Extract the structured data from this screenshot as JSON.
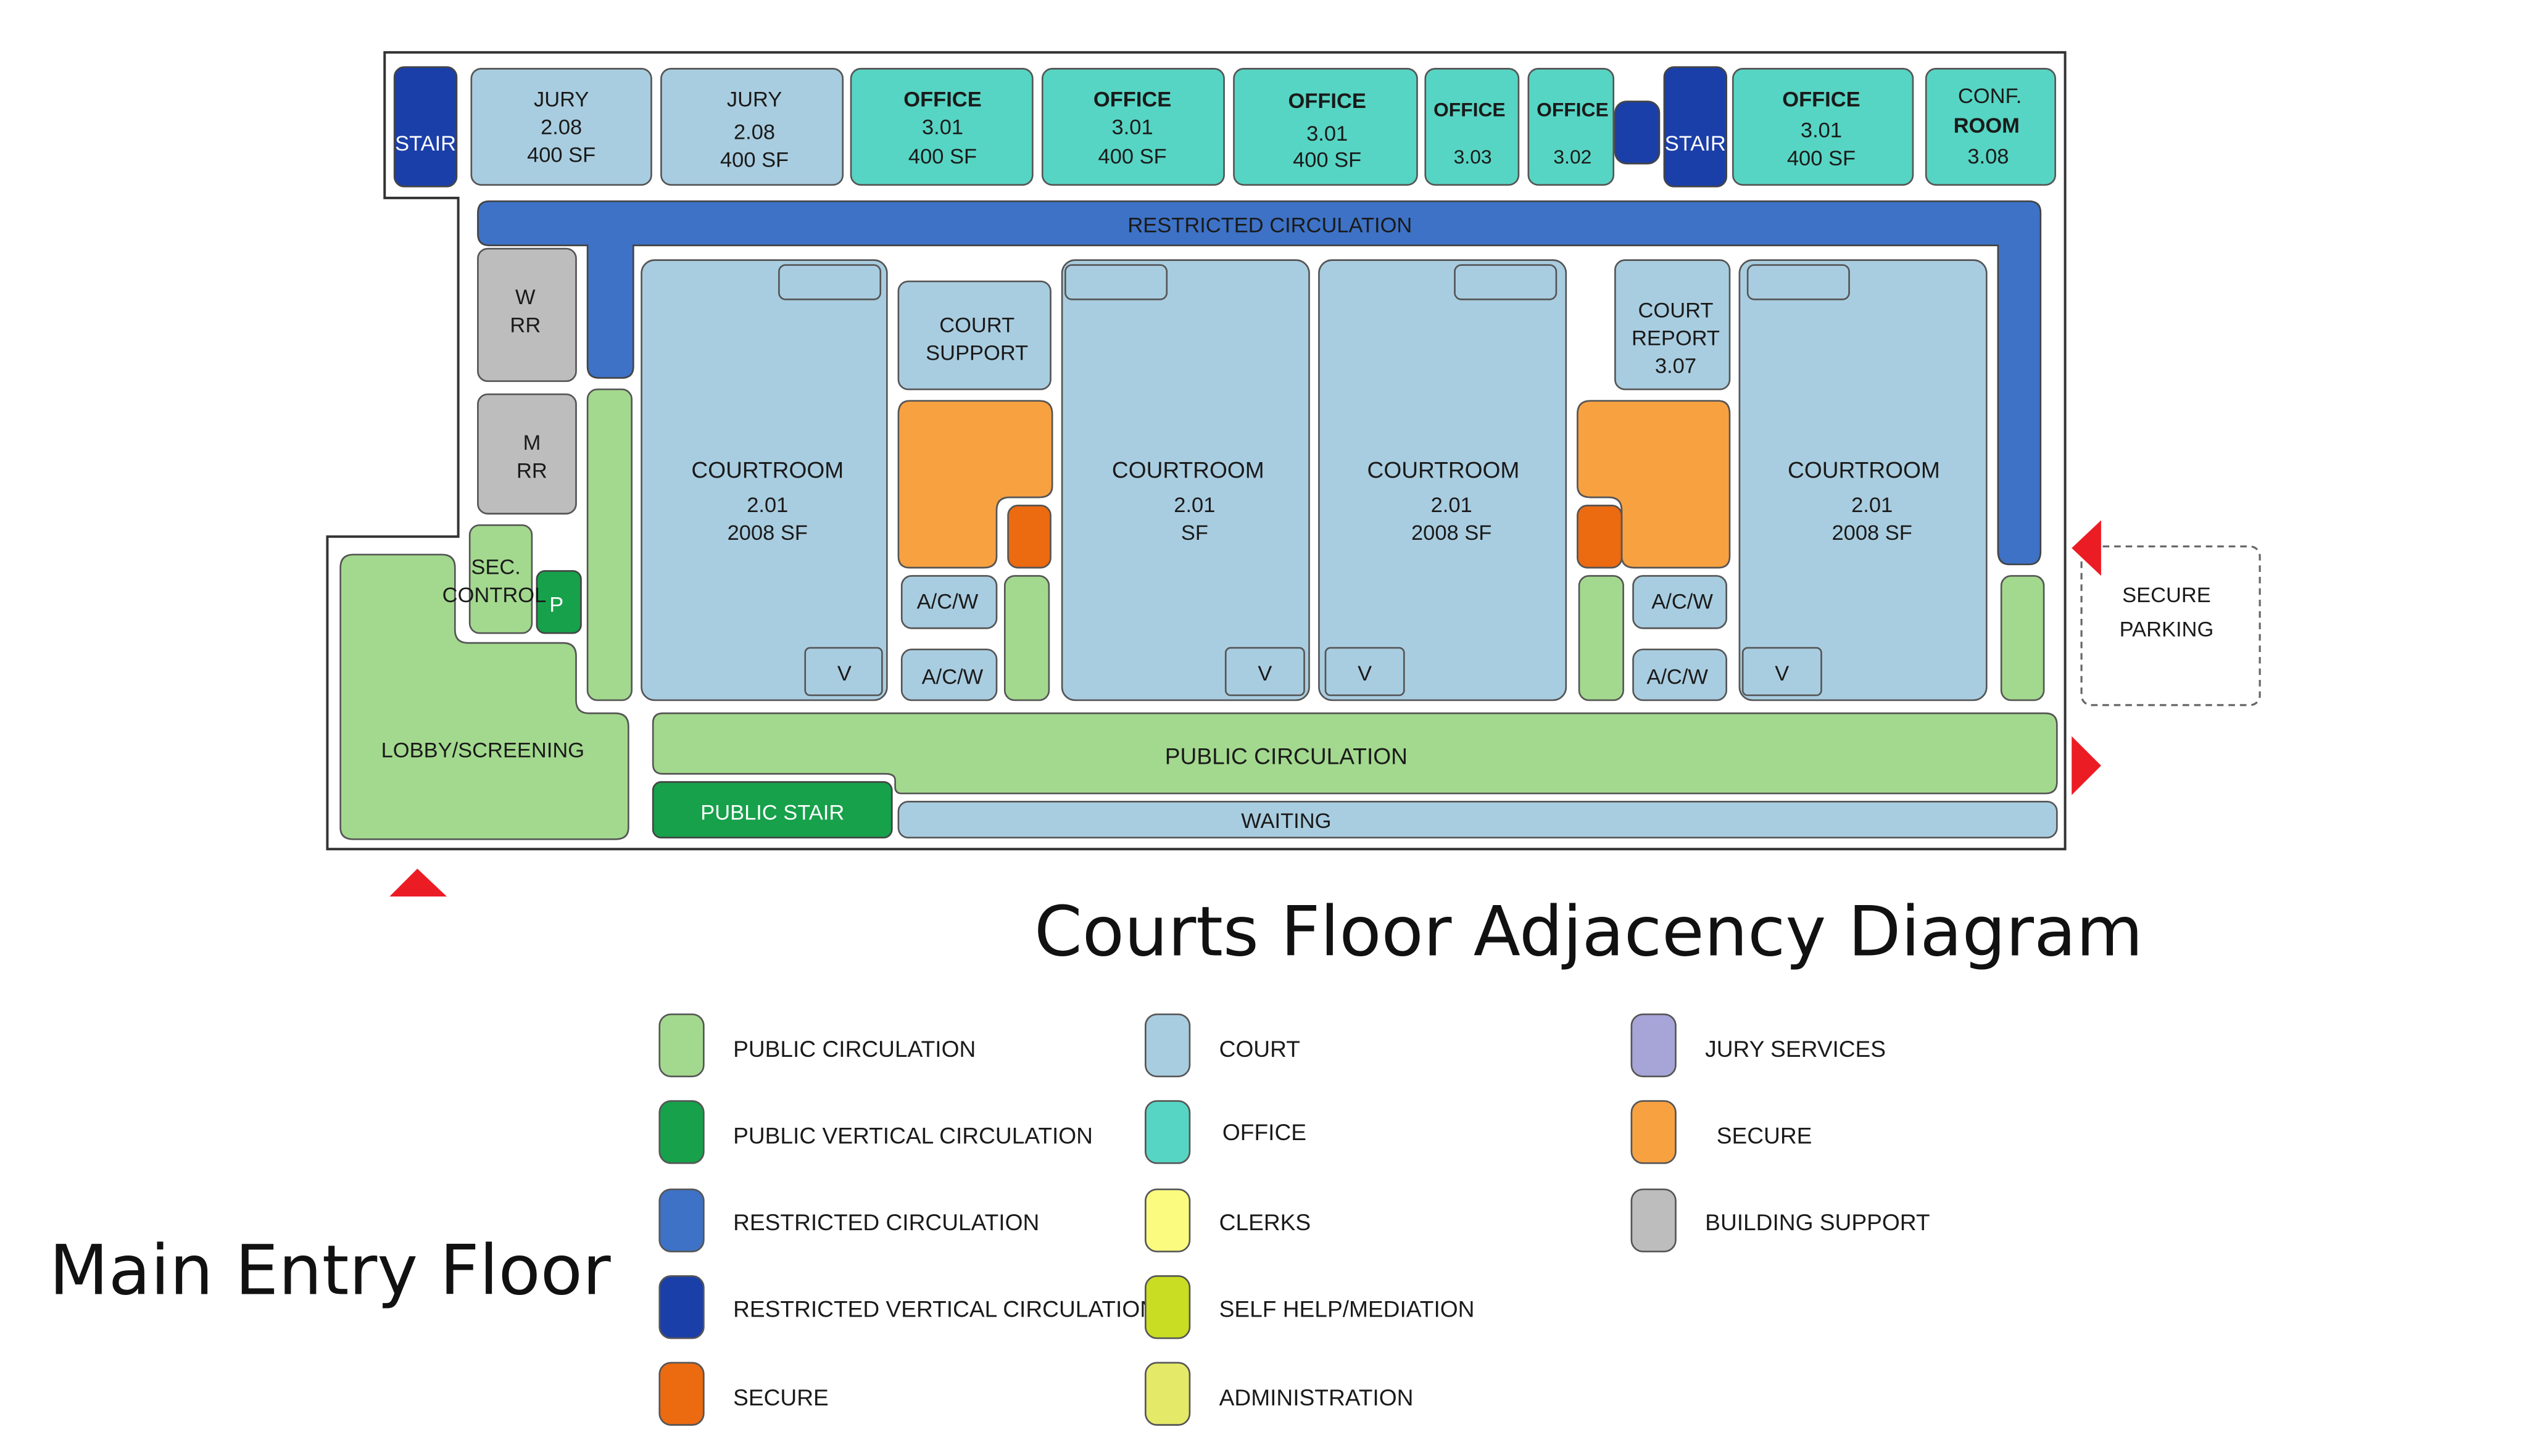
{
  "title": "Courts Floor Adjacency Diagram",
  "subtitle": "Main Entry Floor",
  "colors": {
    "public_circulation": "#a3d98e",
    "public_vertical": "#16a14a",
    "restricted_circulation": "#3d72c6",
    "restricted_vertical": "#1b3fa9",
    "secure_dark": "#ec6a10",
    "secure_light": "#f8a141",
    "court": "#a9cde0",
    "office": "#57d5c4",
    "building_support": "#bdbdbd",
    "jury_services": "#a7a4d8",
    "clerks": "#fbfb7f",
    "self_help": "#c9dd23",
    "administration": "#e4ea68",
    "arrow": "#ec1c24"
  },
  "rooms": {
    "stair_left": "STAIR",
    "jury_1": {
      "name": "JURY",
      "num": "2.08",
      "area": "400 SF"
    },
    "jury_2": {
      "name": "JURY",
      "num": "2.08",
      "area": "400 SF"
    },
    "office_1": {
      "name": "OFFICE",
      "num": "3.01",
      "area": "400 SF"
    },
    "office_2": {
      "name": "OFFICE",
      "num": "3.01",
      "area": "400 SF"
    },
    "office_3": {
      "name": "OFFICE",
      "num": "3.01",
      "area": "400 SF"
    },
    "office_303": {
      "name": "OFFICE",
      "num": "3.03"
    },
    "office_302": {
      "name": "OFFICE",
      "num": "3.02"
    },
    "stair_right": "STAIR",
    "office_4": {
      "name": "OFFICE",
      "num": "3.01",
      "area": "400 SF"
    },
    "conf_room": {
      "line1": "CONF.",
      "line2": "ROOM",
      "num": "3.08"
    },
    "restricted_circulation": "RESTRICTED CIRCULATION",
    "w_rr": {
      "line1": "W",
      "line2": "RR"
    },
    "m_rr": {
      "line1": "M",
      "line2": "RR"
    },
    "sec_control": {
      "line1": "SEC.",
      "line2": "CONTROL"
    },
    "p": "P",
    "court_support": {
      "line1": "COURT",
      "line2": "SUPPORT"
    },
    "court_report": {
      "line1": "COURT",
      "line2": "REPORT",
      "num": "3.07"
    },
    "courtroom_1": {
      "name": "COURTROOM",
      "num": "2.01",
      "area": "2008 SF"
    },
    "courtroom_2": {
      "name": "COURTROOM",
      "num": "2.01",
      "area": "SF"
    },
    "courtroom_3": {
      "name": "COURTROOM",
      "num": "2.01",
      "area": "2008 SF"
    },
    "courtroom_4": {
      "name": "COURTROOM",
      "num": "2.01",
      "area": "2008 SF"
    },
    "acw": "A/C/W",
    "v": "V",
    "lobby": "LOBBY/SCREENING",
    "public_circulation": "PUBLIC CIRCULATION",
    "public_stair": "PUBLIC STAIR",
    "waiting": "WAITING",
    "secure_parking": {
      "line1": "SECURE",
      "line2": "PARKING"
    }
  },
  "legend": [
    {
      "label": "PUBLIC CIRCULATION",
      "color": "#a3d98e"
    },
    {
      "label": "PUBLIC VERTICAL CIRCULATION",
      "color": "#16a14a"
    },
    {
      "label": "RESTRICTED CIRCULATION",
      "color": "#3d72c6"
    },
    {
      "label": "RESTRICTED VERTICAL CIRCULATION",
      "color": "#1b3fa9"
    },
    {
      "label": "SECURE",
      "color": "#ec6a10"
    },
    {
      "label": "COURT",
      "color": "#a9cde0"
    },
    {
      "label": "OFFICE",
      "color": "#57d5c4"
    },
    {
      "label": "CLERKS",
      "color": "#fbfb7f"
    },
    {
      "label": "SELF HELP/MEDIATION",
      "color": "#c9dd23"
    },
    {
      "label": "ADMINISTRATION",
      "color": "#e4ea68"
    },
    {
      "label": "JURY SERVICES",
      "color": "#a7a4d8"
    },
    {
      "label": "SECURE",
      "color": "#f8a141"
    },
    {
      "label": "BUILDING SUPPORT",
      "color": "#bdbdbd"
    }
  ]
}
